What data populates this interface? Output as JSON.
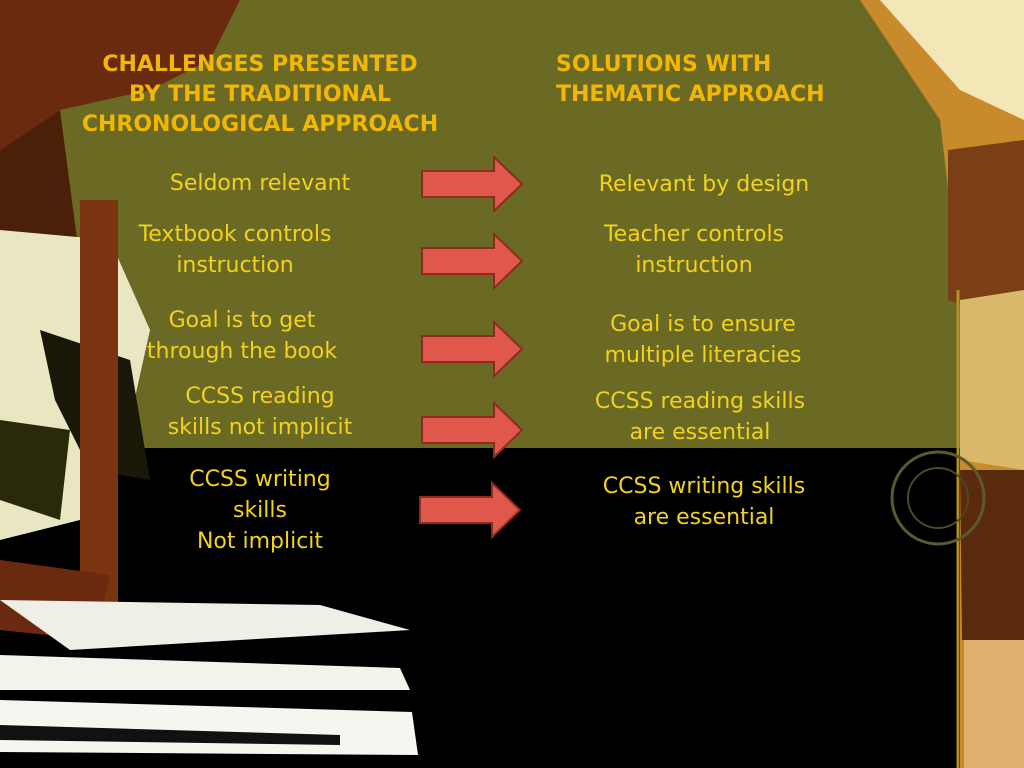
{
  "slide": {
    "left_heading": [
      "CHALLENGES PRESENTED",
      "BY THE TRADITIONAL",
      "CHRONOLOGICAL APPROACH"
    ],
    "right_heading": [
      "SOLUTIONS WITH",
      "THEMATIC APPROACH"
    ],
    "rows": [
      {
        "challenge": [
          "Seldom relevant"
        ],
        "solution": [
          "Relevant by design"
        ]
      },
      {
        "challenge": [
          "Textbook controls",
          "instruction"
        ],
        "solution": [
          "Teacher controls",
          "instruction"
        ]
      },
      {
        "challenge": [
          "Goal is to get",
          "through the book"
        ],
        "solution": [
          "Goal is to ensure",
          "multiple literacies"
        ]
      },
      {
        "challenge": [
          "CCSS reading",
          "skills not implicit"
        ],
        "solution": [
          "CCSS reading skills",
          "are essential"
        ]
      },
      {
        "challenge": [
          "CCSS writing",
          "skills",
          "Not implicit"
        ],
        "solution": [
          "CCSS writing skills",
          "are essential"
        ]
      }
    ],
    "icons": {
      "row_arrow": "right-arrow-icon"
    }
  },
  "colors": {
    "heading": "#f2b705",
    "body_text": "#f2d21e",
    "olive_panel": "#6b6a24",
    "arrow_fill": "#e0584c",
    "background": "#000000"
  }
}
